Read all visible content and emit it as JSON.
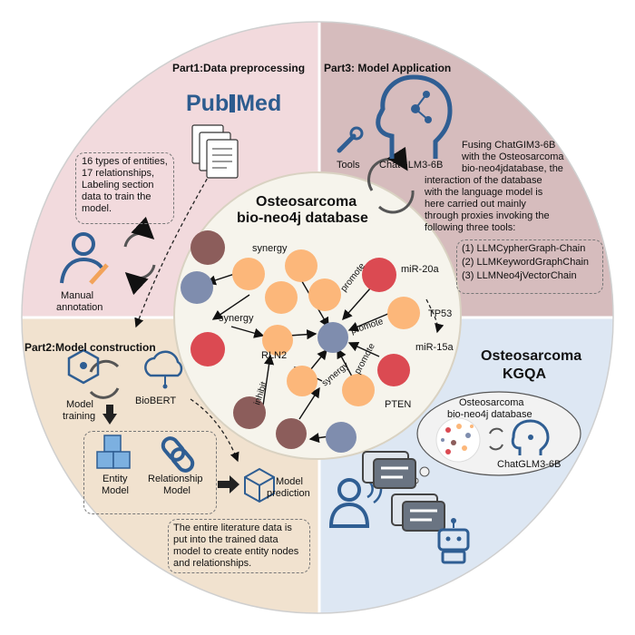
{
  "center": {
    "title_line1": "Osteosarcoma",
    "title_line2": "bio-neo4j database"
  },
  "part1": {
    "title": "Part1:Data preprocessing",
    "logo_left": "Pub",
    "logo_right": "Med",
    "note": [
      "16 types of entities,",
      "17 relationships,",
      "Labeling section",
      "data to train the",
      "model."
    ],
    "manual_label": [
      "Manual",
      "annotation"
    ]
  },
  "part2": {
    "title": "Part2:Model construction",
    "model_training": [
      "Model",
      "training"
    ],
    "biobert": "BioBERT",
    "entity_model": [
      "Entity",
      "Model"
    ],
    "relationship_model": [
      "Relationship",
      "Model"
    ],
    "model_prediction": [
      "Model",
      "prediction"
    ],
    "note": [
      "The entire literature data is",
      "put into the trained data",
      "model to create entity nodes",
      "and relationships."
    ]
  },
  "part3": {
    "title": "Part3: Model Application",
    "tools": "Tools",
    "chatglm": "ChatGLM3-6B",
    "description": [
      "Fusing ChatGIM3-6B",
      "with the Osteosarcoma",
      "bio-neo4jdatabase, the",
      "interaction of the database",
      "with the language model is",
      "here carried out mainly",
      "through proxies invoking the",
      "following three tools:"
    ],
    "tools_list": [
      "(1) LLMCypherGraph-Chain",
      "(2) LLMKeywordGraphChain",
      "(3) LLMNeo4jVectorChain"
    ]
  },
  "part4": {
    "title_line1": "Osteosarcoma",
    "title_line2": "KGQA",
    "bubble_line1": "Osteosarcoma",
    "bubble_line2": "bio-neo4j database",
    "chatglm": "ChatGLM3-6B"
  },
  "graph_labels": {
    "synergy_top": "synergy",
    "synergy_left": "synergy",
    "synergy_center": "synergy",
    "promote_1": "promote",
    "promote_2": "promote",
    "promote_3": "promote",
    "inhibit": "inhibit",
    "mir20a": "miR-20a",
    "tp53": "TP53",
    "mir15a": "miR-15a",
    "rln2": "RLN2",
    "pten": "PTEN"
  },
  "colors": {
    "q1": "#f2dadd",
    "q2": "#d6bcbd",
    "q3": "#f1e2cf",
    "q4": "#dde7f3",
    "center": "#f6f4ec",
    "orange": "#fcb77a",
    "red": "#db4a52",
    "brown": "#8c5d5b",
    "slate": "#7f8dae",
    "blue": "#2f5e93"
  }
}
